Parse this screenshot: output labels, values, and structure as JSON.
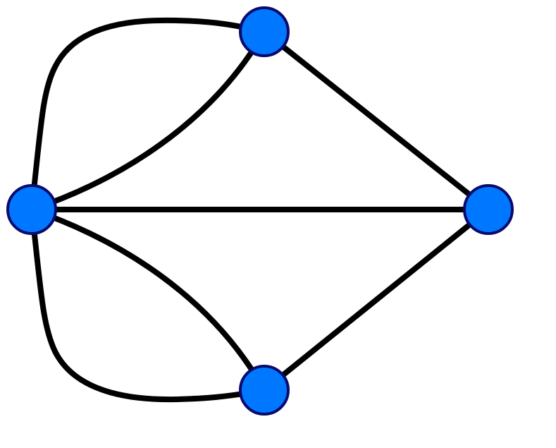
{
  "graph": {
    "node_fill": "#0077FF",
    "node_stroke": "#0A0A6E",
    "edge_color": "#000000",
    "nodes": [
      {
        "id": "top"
      },
      {
        "id": "left"
      },
      {
        "id": "right"
      },
      {
        "id": "bottom"
      }
    ],
    "edges": [
      {
        "id": "left-top-outer",
        "from": "left",
        "to": "top"
      },
      {
        "id": "left-top-inner",
        "from": "left",
        "to": "top"
      },
      {
        "id": "left-right",
        "from": "left",
        "to": "right"
      },
      {
        "id": "left-bottom-inner",
        "from": "left",
        "to": "bottom"
      },
      {
        "id": "left-bottom-outer",
        "from": "left",
        "to": "bottom"
      },
      {
        "id": "top-right",
        "from": "top",
        "to": "right"
      },
      {
        "id": "bottom-right",
        "from": "bottom",
        "to": "right"
      }
    ]
  }
}
